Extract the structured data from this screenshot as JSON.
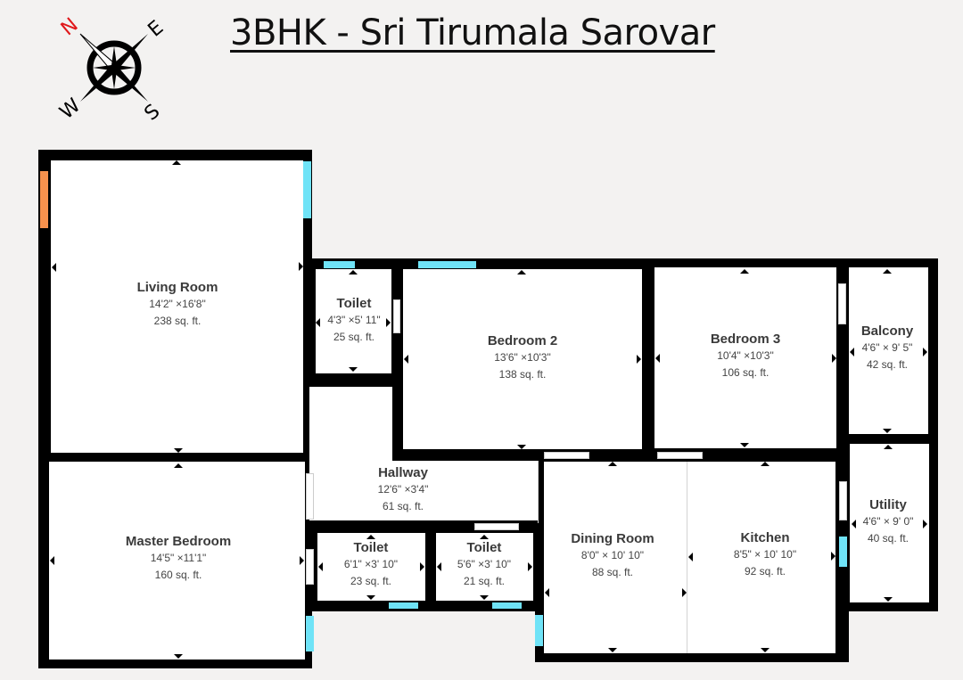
{
  "header": {
    "title": "3BHK - Sri Tirumala Sarovar"
  },
  "compass": {
    "icon": "compass-rose-icon",
    "n": "N",
    "e": "E",
    "s": "S",
    "w": "W",
    "north_color": "#e0181b"
  },
  "colors": {
    "wall": "#000000",
    "window": "#6fe3f7",
    "entrance_door": "#f7914d",
    "room_fill": "#ffffff",
    "background": "#f3f2f1"
  },
  "rooms": [
    {
      "name": "Living Room",
      "dimensions": "14'2\" ×16'8\"",
      "area": "238 sq. ft."
    },
    {
      "name": "Toilet",
      "dimensions": "4'3\" ×5' 11\"",
      "area": "25 sq. ft."
    },
    {
      "name": "Bedroom 2",
      "dimensions": "13'6\" ×10'3\"",
      "area": "138 sq. ft."
    },
    {
      "name": "Bedroom 3",
      "dimensions": "10'4\" ×10'3\"",
      "area": "106 sq. ft."
    },
    {
      "name": "Balcony",
      "dimensions": "4'6\" × 9' 5\"",
      "area": "42 sq. ft."
    },
    {
      "name": "Hallway",
      "dimensions": "12'6\" ×3'4\"",
      "area": "61 sq. ft."
    },
    {
      "name": "Master Bedroom",
      "dimensions": "14'5\" ×11'1\"",
      "area": "160 sq. ft."
    },
    {
      "name": "Toilet",
      "dimensions": "6'1\" ×3' 10\"",
      "area": "23 sq. ft."
    },
    {
      "name": "Toilet",
      "dimensions": "5'6\" ×3' 10\"",
      "area": "21 sq. ft."
    },
    {
      "name": "Dining Room",
      "dimensions": "8'0\" × 10' 10\"",
      "area": "88 sq. ft."
    },
    {
      "name": "Kitchen",
      "dimensions": "8'5\" × 10' 10\"",
      "area": "92 sq. ft."
    },
    {
      "name": "Utility",
      "dimensions": "4'6\" × 9' 0\"",
      "area": "40 sq. ft."
    }
  ]
}
